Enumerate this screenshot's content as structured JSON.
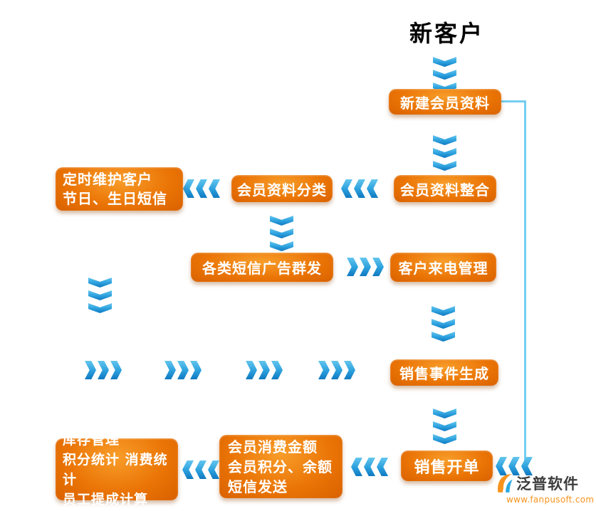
{
  "title": "新客户",
  "boxes": {
    "new_member": {
      "label": "新建会员资料"
    },
    "integrate": {
      "label": "会员资料整合"
    },
    "classify": {
      "label": "会员资料分类"
    },
    "maintain": {
      "line1": "定时维护客户",
      "line2": "节日、生日短信"
    },
    "sms": {
      "label": "各类短信广告群发"
    },
    "call": {
      "label": "客户来电管理"
    },
    "event": {
      "label": "销售事件生成"
    },
    "order": {
      "label": "销售开单"
    },
    "consume": {
      "line1": "会员消费金额",
      "line2": "会员积分、余额",
      "line3": "短信发送"
    },
    "inventory": {
      "line1": "库存管理",
      "line2": "积分统计 消费统计",
      "line3": "员工提成计算"
    }
  },
  "logo": {
    "name": "泛普软件",
    "url": "www.fanpusoft.com"
  },
  "colors": {
    "box_orange": "#ea7405",
    "arrow_blue": "#2b9fdd",
    "connector_blue": "#74cdf3",
    "title_black": "#000000",
    "logo_orange": "#f7941d"
  }
}
